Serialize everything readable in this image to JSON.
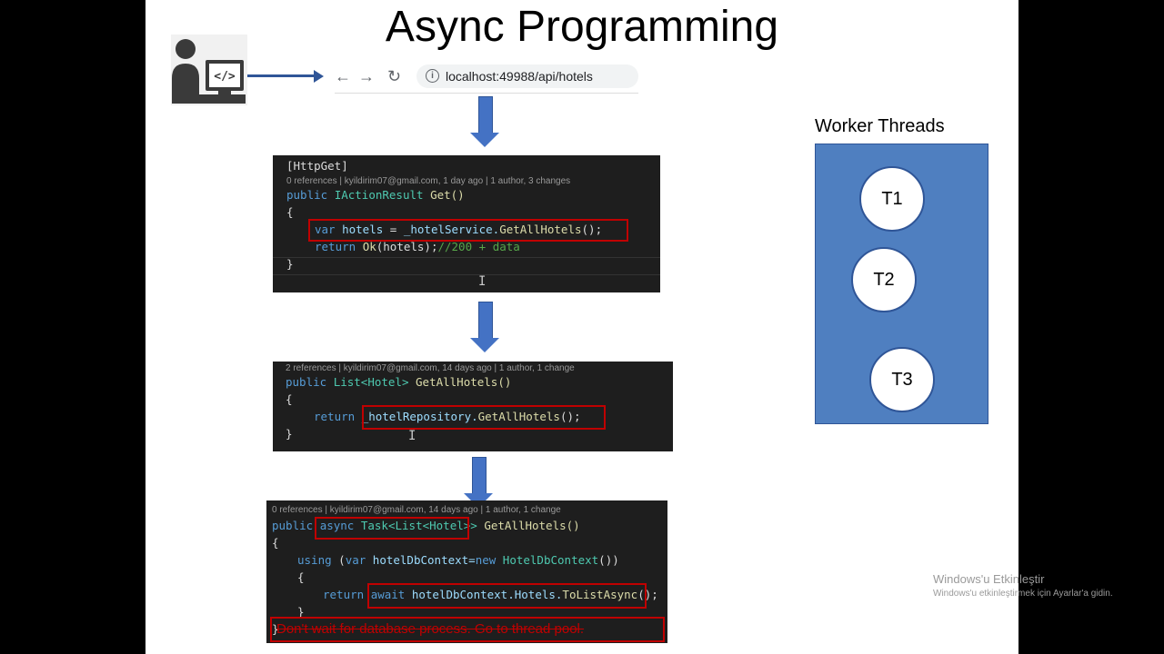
{
  "slide": {
    "title": "Async Programming"
  },
  "browser": {
    "back_icon": "back-arrow-icon",
    "forward_icon": "forward-arrow-icon",
    "reload_icon": "reload-icon",
    "url": "localhost:49988/api/hotels"
  },
  "code1": {
    "attribute": "[HttpGet]",
    "meta": "0 references | kyildirim07@gmail.com, 1 day ago | 1 author, 3 changes",
    "signature_kw": "public",
    "signature_type": "IActionResult",
    "signature_name": "Get()",
    "open_brace": "{",
    "line1_kw": "var",
    "line1_var": "hotels",
    "line1_eq": " = ",
    "line1_obj": "_hotelService.",
    "line1_call": "GetAllHotels",
    "line1_end": "();",
    "line2_kw": "return",
    "line2_call": "Ok",
    "line2_args": "(hotels);",
    "line2_comment": "//200 + data",
    "close_brace": "}"
  },
  "code2": {
    "meta": "2 references | kyildirim07@gmail.com, 14 days ago | 1 author, 1 change",
    "signature_kw": "public",
    "signature_type": "List<Hotel>",
    "signature_name": "GetAllHotels()",
    "open_brace": "{",
    "line1_kw": "return",
    "line1_obj": "_hotelRepository.",
    "line1_call": "GetAllHotels",
    "line1_end": "();",
    "close_brace": "}"
  },
  "code3": {
    "meta": "0 references | kyildirim07@gmail.com, 14 days ago | 1 author, 1 change",
    "signature_kw": "public",
    "signature_async": "async",
    "signature_type": "Task<List<Hotel>>",
    "signature_name": "GetAllHotels()",
    "open_brace": "{",
    "using_kw": "using",
    "using_rest_a": " (",
    "using_var": "var",
    "using_rest_b": " hotelDbContext=",
    "using_new": "new",
    "using_type": " HotelDbContext",
    "using_end": "())",
    "inner_open": "{",
    "return_kw": "return",
    "await_kw": "await",
    "await_expr": " hotelDbContext.Hotels.",
    "await_call": "ToListAsync",
    "await_end": "();",
    "inner_close": "}",
    "close_brace": "}"
  },
  "note": "Don't wait for database process. Go to thread pool.",
  "worker_threads": {
    "title": "Worker Threads",
    "threads": [
      "T1",
      "T2",
      "T3"
    ]
  },
  "watermark": {
    "line1": "Windows'u Etkinleştir",
    "line2": "Windows'u etkinleştirmek için Ayarlar'a gidin."
  },
  "colors": {
    "arrow_blue": "#4472c4",
    "panel_blue": "#4f7fc0",
    "highlight_red": "#c00000",
    "code_bg": "#1e1e1e"
  }
}
